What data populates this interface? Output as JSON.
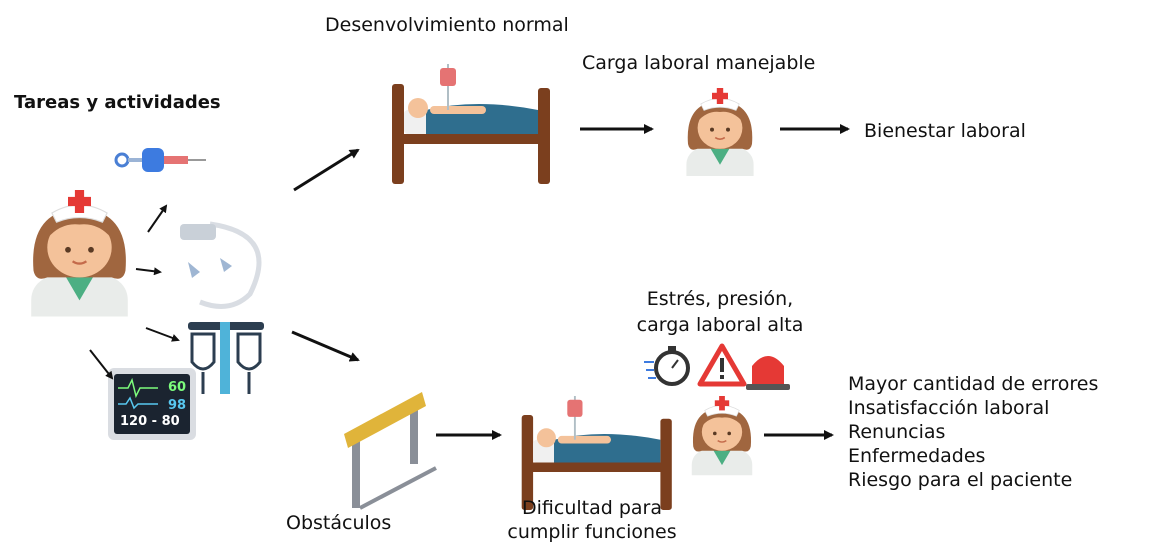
{
  "labels": {
    "tasks": "Tareas y actividades",
    "normal": "Desenvolvimiento normal",
    "manageable": "Carga laboral manejable",
    "wellbeing": "Bienestar laboral",
    "stress_line1": "Estrés, presión,",
    "stress_line2": "carga laboral alta",
    "obstacles": "Obstáculos",
    "difficulty_line1": "Dificultad para",
    "difficulty_line2": "cumplir funciones"
  },
  "consequences": [
    "Mayor cantidad de errores",
    "Insatisfacción laboral",
    "Renuncias",
    "Enfermedades",
    "Riesgo para el paciente"
  ],
  "monitor": {
    "hr": "60",
    "spo2": "98",
    "bp": "120 - 80"
  },
  "icons": {
    "nurse": "nurse-icon",
    "bed": "hospital-bed-icon",
    "syringe": "syringe-icon",
    "tube": "endotracheal-tube-icon",
    "iv": "iv-bags-icon",
    "monitor": "patient-monitor-icon",
    "hurdle": "hurdle-icon",
    "stopwatch": "stopwatch-icon",
    "warning": "warning-icon",
    "siren": "siren-icon"
  },
  "colors": {
    "skin": "#F4C29A",
    "hair": "#A0663F",
    "cap": "#FFFFFF",
    "cross": "#E53935",
    "uniform_green": "#4CAF83",
    "bed_frame": "#7B3F1E",
    "blanket": "#2F6E8E",
    "hurdle_yellow": "#E0B43A",
    "arrow": "#111111"
  }
}
